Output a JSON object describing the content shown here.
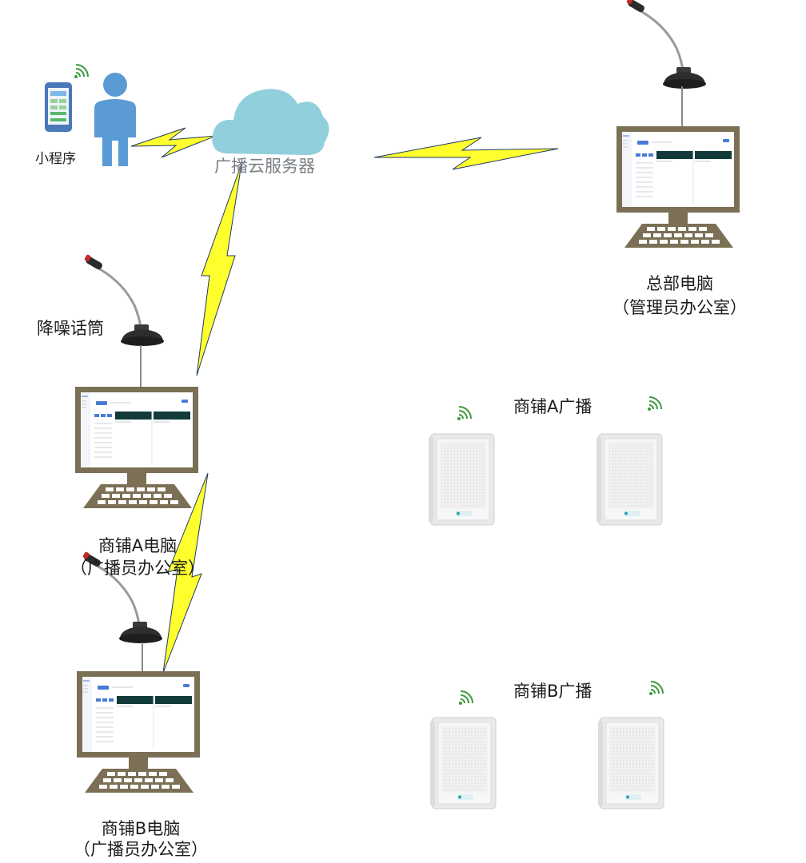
{
  "labels": {
    "mini_program": "小程序",
    "cloud_server": "广播云服务器",
    "noise_mic": "降噪话筒",
    "hq_pc": "总部电脑",
    "hq_room": "（管理员办公室）",
    "store_a_pc": "商铺A电脑",
    "store_a_room": "（广播员办公室）",
    "store_b_pc": "商铺B电脑",
    "store_b_room": "（广播员办公室）",
    "store_a_broadcast": "商铺A广播",
    "store_b_broadcast": "商铺B广播"
  },
  "colors": {
    "bolt_fill": "#ffff2e",
    "bolt_stroke": "#1f3a6b",
    "cloud": "#92cfdd",
    "person": "#5b9bd5",
    "monitor_frame": "#7b7055",
    "wifi": "#3d9a3d",
    "speaker": "#f2f2f2"
  }
}
